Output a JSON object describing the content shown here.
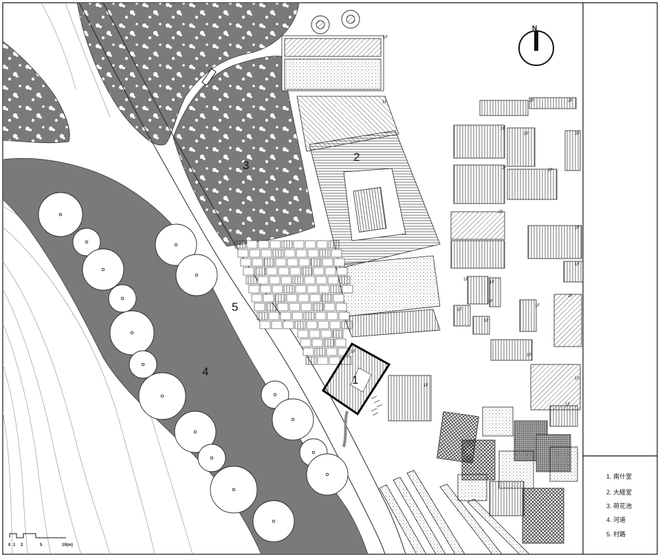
{
  "compass": {
    "north_label": "N"
  },
  "zones": [
    {
      "id": "1",
      "label": "1"
    },
    {
      "id": "2",
      "label": "2"
    },
    {
      "id": "3",
      "label": "3"
    },
    {
      "id": "4",
      "label": "4"
    },
    {
      "id": "5",
      "label": "5"
    }
  ],
  "legend": [
    {
      "text": "1. 南什堂"
    },
    {
      "text": "2. 大経堂"
    },
    {
      "text": "3. 荷花池"
    },
    {
      "text": "4. 河道"
    },
    {
      "text": "5. 村路"
    }
  ],
  "floor_tags": {
    "one": "1F",
    "two": "2F"
  },
  "scale_bar": {
    "ticks": [
      "0",
      "1",
      "2",
      "5",
      "10(m)"
    ]
  },
  "colors": {
    "water": "#7a7a7a",
    "line": "#222222",
    "highlight": "#000000"
  }
}
